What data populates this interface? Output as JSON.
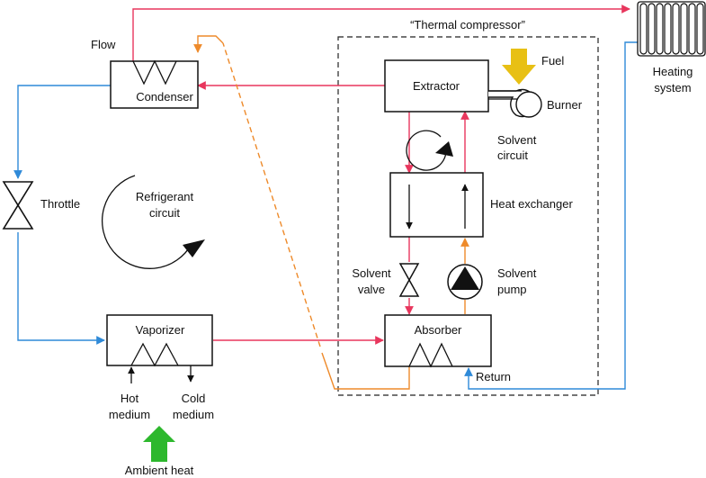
{
  "title": "“Thermal compressor”",
  "labels": {
    "flow": "Flow",
    "condenser": "Condenser",
    "throttle": "Throttle",
    "refrigerant_1": "Refrigerant",
    "refrigerant_2": "circuit",
    "vaporizer": "Vaporizer",
    "hot_1": "Hot",
    "hot_2": "medium",
    "cold_1": "Cold",
    "cold_2": "medium",
    "ambient": "Ambient heat",
    "extractor": "Extractor",
    "fuel": "Fuel",
    "burner": "Burner",
    "solvent_circuit_1": "Solvent",
    "solvent_circuit_2": "circuit",
    "heat_exchanger": "Heat exchanger",
    "solvent_valve_1": "Solvent",
    "solvent_valve_2": "valve",
    "solvent_pump_1": "Solvent",
    "solvent_pump_2": "pump",
    "absorber": "Absorber",
    "return": "Return",
    "heating_1": "Heating",
    "heating_2": "system"
  },
  "colors": {
    "hot_line": "#e8365d",
    "cold_line": "#2f8ad8",
    "solvent_line": "#ee8a2a",
    "fuel_arrow": "#e8c014",
    "ambient_arrow": "#2db82d"
  }
}
